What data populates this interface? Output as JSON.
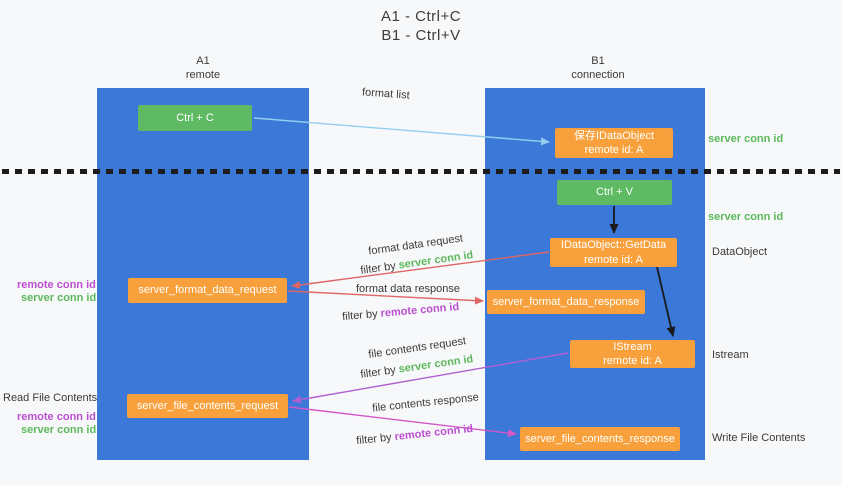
{
  "colors": {
    "lane": "#3c78d8",
    "green_box": "#5fba64",
    "orange_box": "#f8a13c",
    "green_text": "#5cb85c",
    "purple_text": "#bb4fd1",
    "arrow_blue": "#93cfee",
    "arrow_red": "#e06666",
    "arrow_purple": "#b05fd3",
    "arrow_magenta": "#d457c8",
    "arrow_black": "#1a1a1a"
  },
  "title": {
    "line1": "A1 - Ctrl+C",
    "line2": "B1 - Ctrl+V"
  },
  "lanes": {
    "left": {
      "name": "A1",
      "subtitle": "remote"
    },
    "right": {
      "name": "B1",
      "subtitle": "connection"
    }
  },
  "nodes": {
    "ctrl_c": {
      "label": "Ctrl + C"
    },
    "ctrl_v": {
      "label": "Ctrl + V"
    },
    "save_dataobject": {
      "line1": "保存IDataObject",
      "line2": "remote id: A"
    },
    "getdata": {
      "line1": "IDataObject::GetData",
      "line2": "remote id: A"
    },
    "istream": {
      "line1": "IStream",
      "line2": "remote id: A"
    },
    "format_request": {
      "label": "server_format_data_request"
    },
    "format_response": {
      "label": "server_format_data_response"
    },
    "file_request": {
      "label": "server_file_contents_request"
    },
    "file_response": {
      "label": "server_file_contents_response"
    }
  },
  "arrow_labels": {
    "format_list": "format list",
    "format_data_request": "format data request",
    "format_data_response": "format data response",
    "file_contents_request": "file contents request",
    "file_contents_response": "file contents response",
    "filter_by": "filter by"
  },
  "annotations": {
    "server_conn_id": "server conn id",
    "remote_conn_id": "remote conn id",
    "dataobject": "DataObject",
    "istream": "Istream",
    "read_file_contents": "Read File Contents",
    "write_file_contents": "Write File Contents"
  }
}
